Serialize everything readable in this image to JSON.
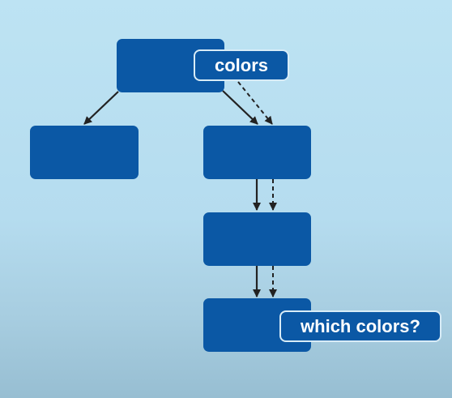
{
  "diagram": {
    "nodes": [
      {
        "id": "root"
      },
      {
        "id": "left"
      },
      {
        "id": "right"
      },
      {
        "id": "mid"
      },
      {
        "id": "leaf"
      }
    ],
    "edges": [
      {
        "from": "root",
        "to": "left",
        "style": "solid"
      },
      {
        "from": "root",
        "to": "right",
        "style": "solid"
      },
      {
        "from": "root",
        "to": "right",
        "style": "dashed"
      },
      {
        "from": "right",
        "to": "mid",
        "style": "solid"
      },
      {
        "from": "right",
        "to": "mid",
        "style": "dashed"
      },
      {
        "from": "mid",
        "to": "leaf",
        "style": "solid"
      },
      {
        "from": "mid",
        "to": "leaf",
        "style": "dashed"
      }
    ],
    "labels": {
      "root_tag": "colors",
      "leaf_tag": "which colors?"
    }
  },
  "colors": {
    "node_fill": "#0b58a5",
    "tag_border": "#d8ecf7",
    "arrow": "#222222",
    "background": "#bde3f3"
  }
}
